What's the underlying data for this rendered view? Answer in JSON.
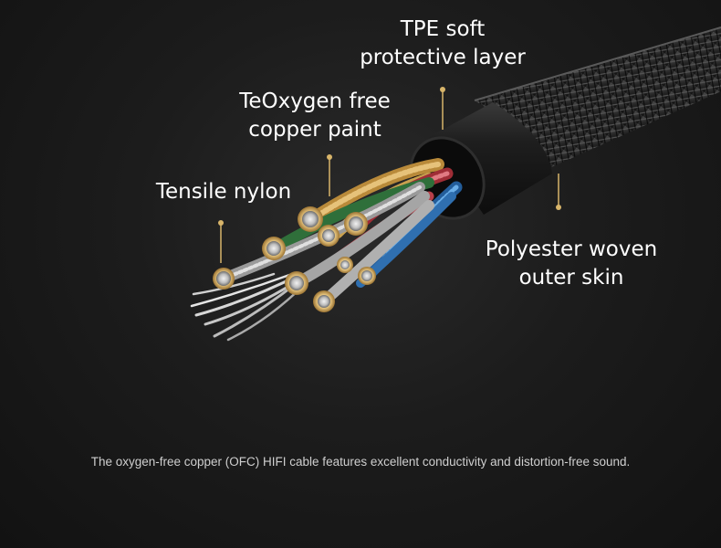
{
  "labels": {
    "tpe": [
      "TPE soft",
      "protective layer"
    ],
    "teoxygen": [
      "TeOxygen free",
      "copper paint"
    ],
    "nylon": [
      "Tensile nylon"
    ],
    "polyester": [
      "Polyester woven",
      "outer skin"
    ]
  },
  "caption": "The oxygen-free copper (OFC) HIFI cable features excellent conductivity and distortion-free sound.",
  "colors": {
    "background": "#1a1a1a",
    "label_text": "#ffffff",
    "pointer_gold": "#d8b56a",
    "copper_gold": "#d9b05a",
    "wire_red": "#c9454f",
    "wire_blue": "#3a7fc4",
    "wire_green": "#3f8a4a",
    "wire_silver": "#cfcfcf"
  }
}
